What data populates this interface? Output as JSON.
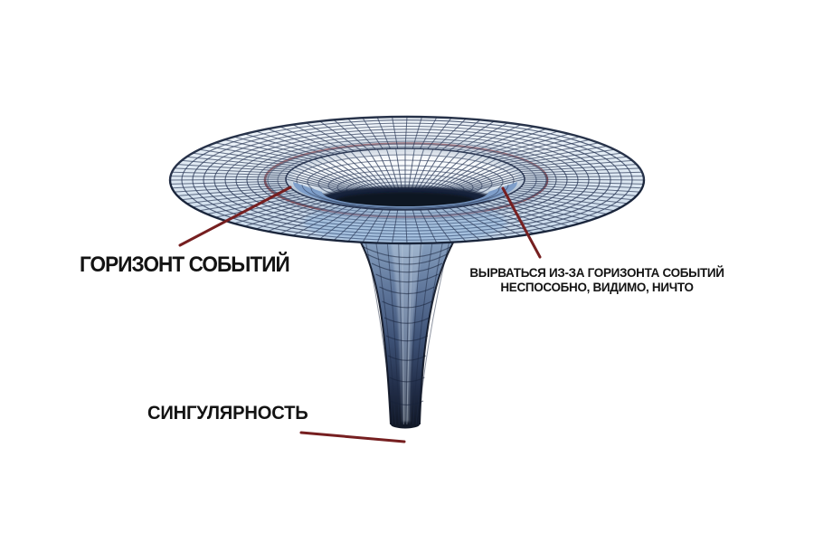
{
  "figure": {
    "type": "annotated-physics-diagram",
    "subject": "black hole gravity well (embedding diagram with funnel mesh)",
    "background": "#ffffff"
  },
  "labels": {
    "event_horizon": "ГОРИЗОНТ СОБЫТИЙ",
    "escape_note_line1": "ВЫРВАТЬСЯ ИЗ-ЗА ГОРИЗОНТА СОБЫТИЙ",
    "escape_note_line2": "НЕСПОСОБНО, ВИДИМО, НИЧТО",
    "singularity": "СИНГУЛЯРНОСТЬ"
  },
  "colors": {
    "annotation_red": "#761f20",
    "event_horizon_ring_red": "#7b2023",
    "mesh_line_navy": "#2e3c5a",
    "mesh_fill_light": "#eff4fa",
    "mesh_fill_shade": "#c3d5e8",
    "funnel_dark": "#111827",
    "text": "#131313",
    "background": "#ffffff"
  }
}
